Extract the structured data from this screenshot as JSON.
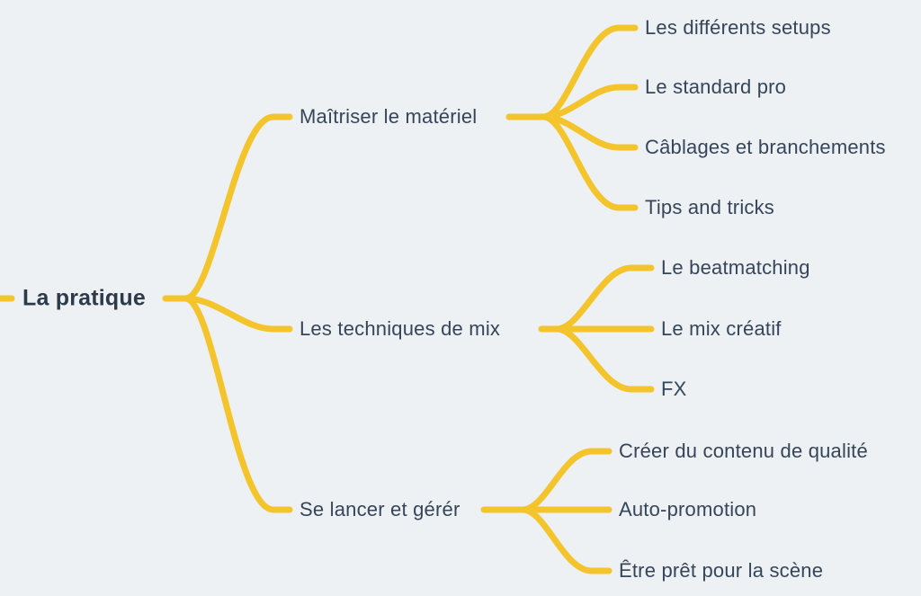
{
  "theme": {
    "background_color": "#EDF1F4",
    "connector_color": "#F4C42D",
    "text_color": "#35455A",
    "root_text_color": "#2C3A49"
  },
  "mindmap": {
    "root": {
      "label": "La pratique"
    },
    "branches": [
      {
        "label": "Maîtriser le matériel",
        "children": [
          "Les différents setups",
          "Le standard pro",
          "Câblages et branchements",
          "Tips and tricks"
        ]
      },
      {
        "label": "Les techniques de mix",
        "children": [
          "Le beatmatching",
          "Le mix créatif",
          "FX"
        ]
      },
      {
        "label": "Se lancer et gérér",
        "children": [
          "Créer du contenu de qualité",
          "Auto-promotion",
          "Être prêt pour la scène"
        ]
      }
    ]
  }
}
